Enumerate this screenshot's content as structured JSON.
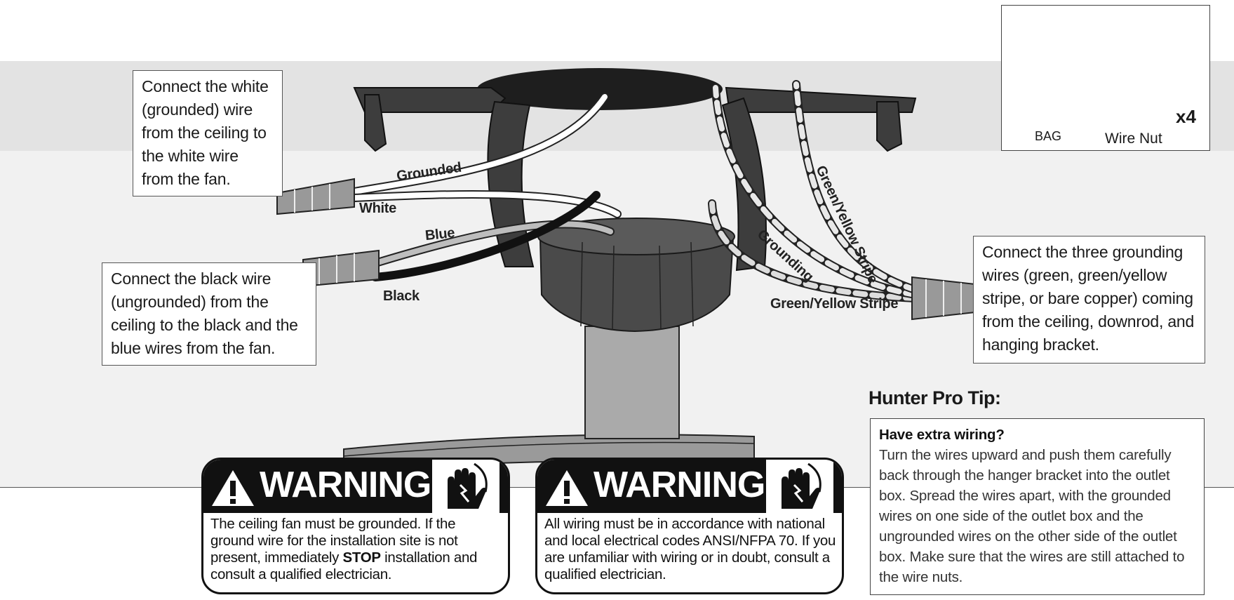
{
  "callouts": {
    "white_wire": "Connect the white (grounded) wire from the ceiling to the white wire from the fan.",
    "black_wire": "Connect the black wire (ungrounded) from the ceiling to the black and the blue wires from the fan.",
    "ground_wires": "Connect the three grounding wires (green, green/yellow stripe, or bare copper) coming from the ceiling, downrod, and hanging bracket."
  },
  "wire_labels": {
    "grounded": "Grounded",
    "white": "White",
    "blue": "Blue",
    "black": "Black",
    "grounding": "Grounding",
    "green_yellow_stripe_top": "Green/Yellow Stripe",
    "green_yellow_stripe_bottom": "Green/Yellow Stripe"
  },
  "parts": {
    "bag_label": "BAG",
    "wire_nut_label": "Wire Nut",
    "quantity": "x4"
  },
  "tip": {
    "title": "Hunter Pro Tip:",
    "heading": "Have extra wiring?",
    "body": "Turn the wires upward and push them carefully back through the hanger bracket into the outlet box. Spread the wires apart, with the grounded wires on one side of the outlet box and the ungrounded wires on the other side of the outlet box. Make sure that the wires are still attached to the wire nuts."
  },
  "warnings": [
    {
      "title": "WARNING",
      "text_before": "The ceiling fan must be grounded. If the ground wire for the installation site is not present, immediately ",
      "text_bold": "STOP",
      "text_after": " installation and consult a qualified electrician."
    },
    {
      "title": "WARNING",
      "text": "All wiring must be in accordance with national and local electrical codes ANSI/NFPA 70.  If you are unfamiliar with wiring or in doubt, consult a qualified electrician."
    }
  ]
}
